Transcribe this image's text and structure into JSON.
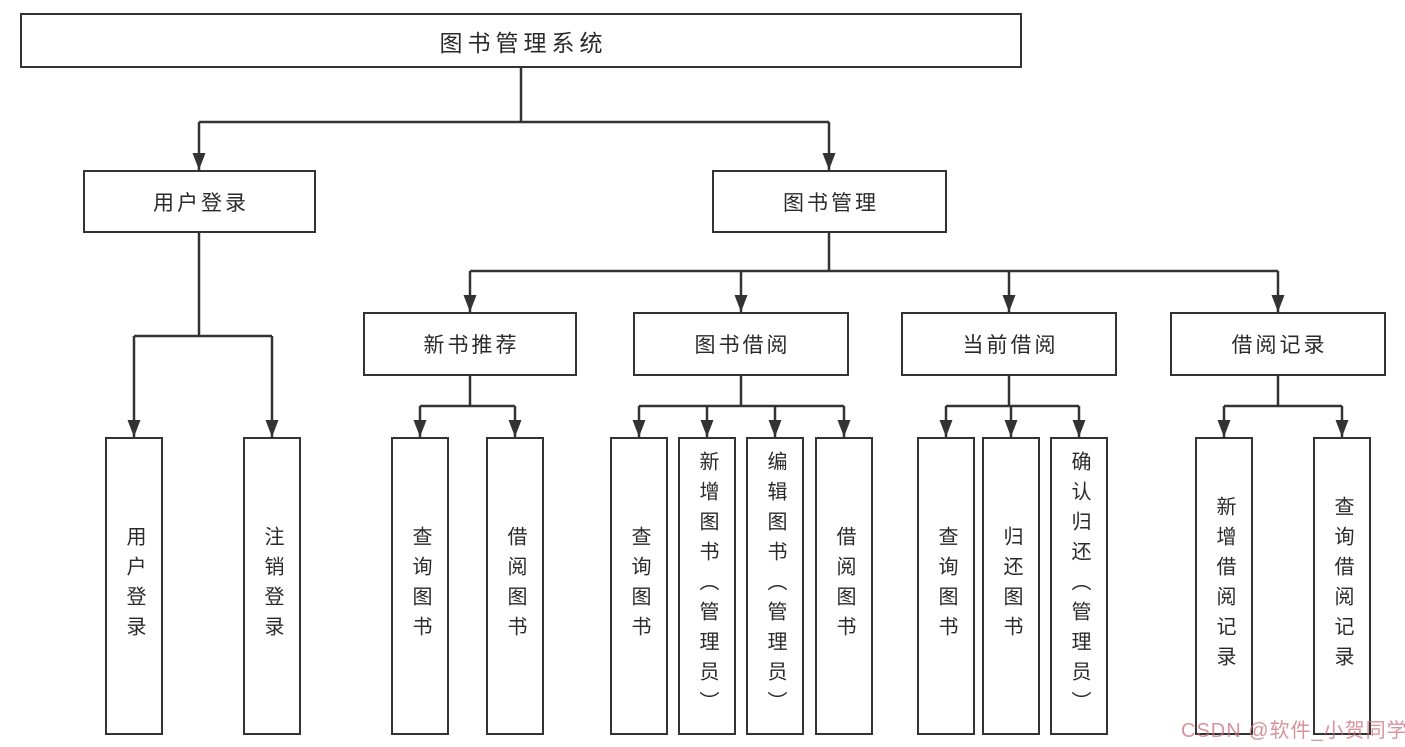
{
  "diagram": {
    "title": "图书管理系统",
    "root": {
      "label": "图书管理系统"
    },
    "level1": [
      {
        "label": "用户登录"
      },
      {
        "label": "图书管理"
      }
    ],
    "level2": [
      {
        "label": "新书推荐"
      },
      {
        "label": "图书借阅"
      },
      {
        "label": "当前借阅"
      },
      {
        "label": "借阅记录"
      }
    ],
    "leaves": {
      "login": [
        "用户登录",
        "注销登录"
      ],
      "recommend": [
        "查询图书",
        "借阅图书"
      ],
      "borrow": [
        "查询图书",
        "新增图书（管理员）",
        "编辑图书（管理员）",
        "借阅图书"
      ],
      "current": [
        "查询图书",
        "归还图书",
        "确认归还（管理员）"
      ],
      "records": [
        "新增借阅记录",
        "查询借阅记录"
      ]
    }
  },
  "watermark": {
    "text": "CSDN @软件_小贺同学",
    "color": "#c96e7a"
  },
  "colors": {
    "stroke": "#333333",
    "text": "#2a2a2a",
    "background": "#ffffff"
  }
}
